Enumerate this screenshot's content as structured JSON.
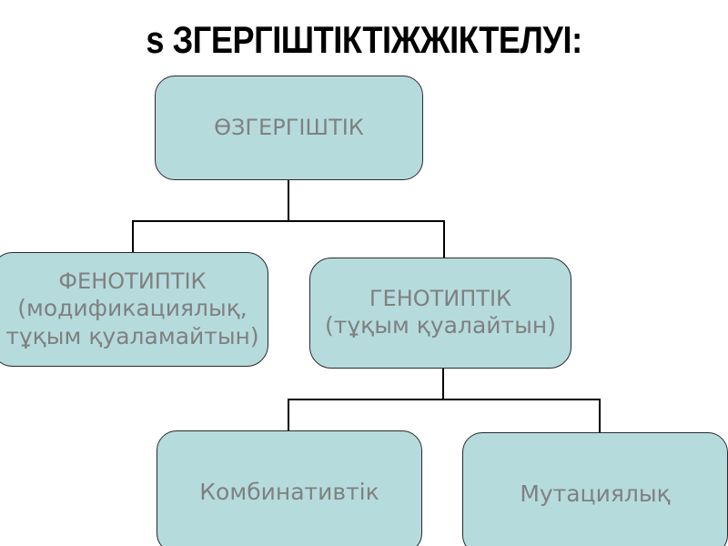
{
  "slide": {
    "title": "s ЗГЕРГІШТІКТІЖЖІКТЕЛУІ:",
    "background_color": "#ffffff",
    "node_fill_color": "#b5dbdd",
    "node_border_color": "#2a2a2a",
    "node_text_color": "#808080",
    "connector_color": "#000000",
    "title_color": "#000000"
  },
  "diagram": {
    "nodes": [
      {
        "id": "top",
        "lines": [
          "ӨЗГЕРГІШТІК"
        ],
        "level": 1
      },
      {
        "id": "phenotypic",
        "lines": [
          "ФЕНОТИПТІК",
          "(модификациялық,",
          "тұқым қуаламайтын)"
        ],
        "level": 2
      },
      {
        "id": "genotypic",
        "lines": [
          "ГЕНОТИПТІК",
          "(тұқым қуалайтын)"
        ],
        "level": 2
      },
      {
        "id": "combinative",
        "lines": [
          "Комбинативтік"
        ],
        "level": 3
      },
      {
        "id": "mutational",
        "lines": [
          "Мутациялық"
        ],
        "level": 3
      }
    ],
    "edges": [
      {
        "from": "top",
        "to": "phenotypic"
      },
      {
        "from": "top",
        "to": "genotypic"
      },
      {
        "from": "genotypic",
        "to": "combinative"
      },
      {
        "from": "genotypic",
        "to": "mutational"
      }
    ]
  }
}
